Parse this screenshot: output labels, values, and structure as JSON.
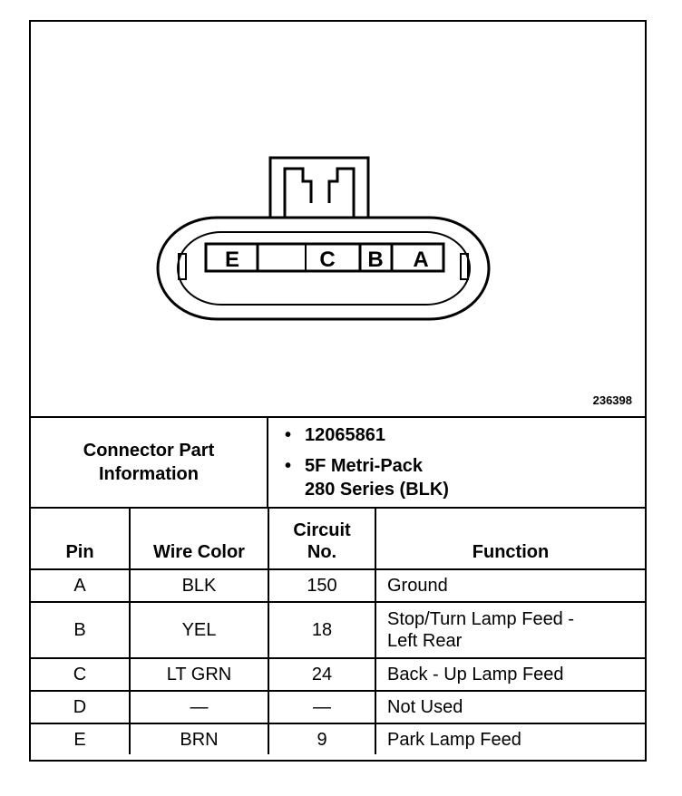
{
  "figure_id": "236398",
  "connector": {
    "pin_labels": [
      "E",
      "C",
      "B",
      "A"
    ]
  },
  "info": {
    "label": "Connector Part Information",
    "items": [
      "12065861",
      "5F Metri-Pack 280 Series (BLK)"
    ],
    "item2_line1": "5F Metri-Pack",
    "item2_line2": "280 Series (BLK)",
    "bullet": "•"
  },
  "table": {
    "headers": {
      "pin": "Pin",
      "wire_color": "Wire Color",
      "circuit_line1": "Circuit",
      "circuit_line2": "No.",
      "function": "Function"
    },
    "rows": [
      {
        "pin": "A",
        "wire_color": "BLK",
        "circuit": "150",
        "function_line1": "Ground",
        "function_line2": ""
      },
      {
        "pin": "B",
        "wire_color": "YEL",
        "circuit": "18",
        "function_line1": "Stop/Turn Lamp Feed -",
        "function_line2": "Left Rear"
      },
      {
        "pin": "C",
        "wire_color": "LT GRN",
        "circuit": "24",
        "function_line1": "Back - Up Lamp Feed",
        "function_line2": ""
      },
      {
        "pin": "D",
        "wire_color": "—",
        "circuit": "—",
        "function_line1": "Not Used",
        "function_line2": ""
      },
      {
        "pin": "E",
        "wire_color": "BRN",
        "circuit": "9",
        "function_line1": "Park Lamp Feed",
        "function_line2": ""
      }
    ]
  }
}
